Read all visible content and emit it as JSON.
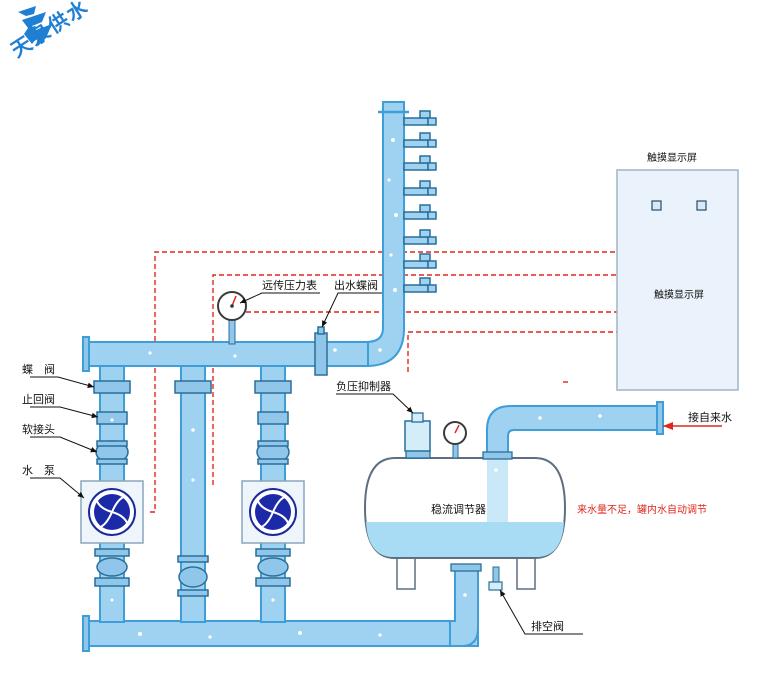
{
  "brand": {
    "name": "天泉供水",
    "logo_icon": "tianquan-logo-icon"
  },
  "colors": {
    "pipe": "#9fd2f0",
    "pipe_edge": "#3e9fd8",
    "signal": "#e0261b",
    "water": "#a8dcf5",
    "brand": "#1f7fd2"
  },
  "labels": {
    "butterfly_valve": "蝶　阀",
    "check_valve": "止回阀",
    "soft_joint": "软接头",
    "pump": "水　泵",
    "remote_gauge": "远传压力表",
    "outlet_valve": "出水蝶阀",
    "touchscreen_top": "触摸显示屏",
    "touchscreen_inner": "触摸显示屏",
    "suppressor": "负压抑制器",
    "inlet": "接自来水",
    "tank": "稳流调节器",
    "auto_regulate": "来水量不足，罐内水自动调节",
    "vent_valve": "排空阀"
  }
}
